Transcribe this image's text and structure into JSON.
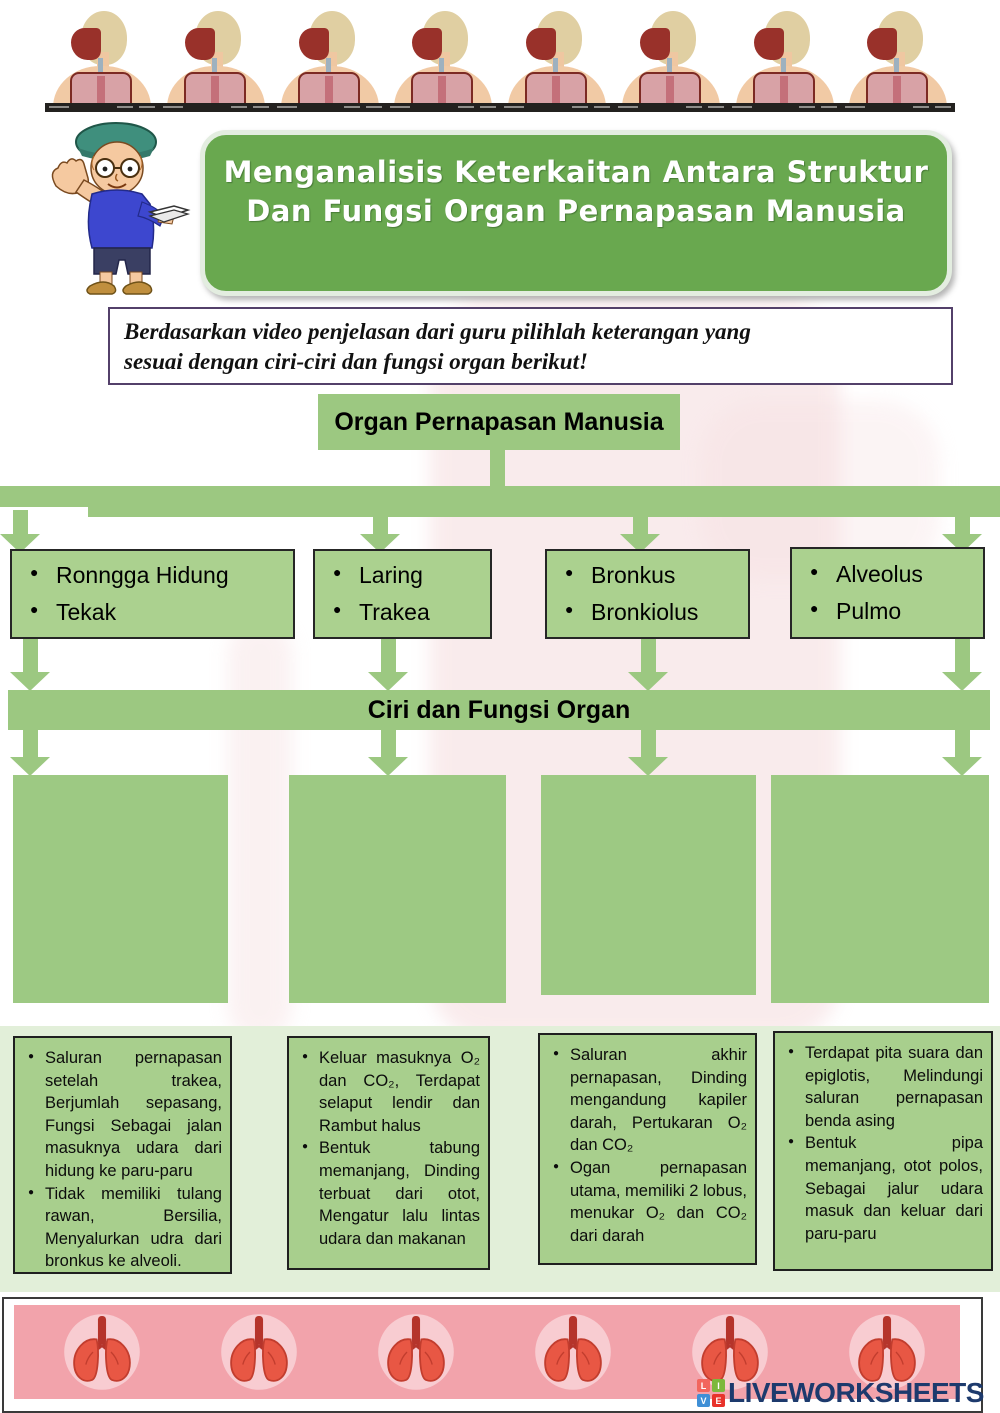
{
  "banner": {
    "line1": "Menganalisis Keterkaitan Antara Struktur",
    "line2": "Dan Fungsi Organ Pernapasan Manusia"
  },
  "instruction": {
    "line1": "Berdasarkan video penjelasan dari guru pilihlah keterangan yang",
    "line2": "sesuai dengan ciri-ciri dan fungsi organ berikut!"
  },
  "flowchart": {
    "root_label": "Organ Pernapasan Manusia",
    "middle_label": "Ciri dan Fungsi Organ",
    "organ_groups": [
      {
        "items": [
          "Ronngga Hidung",
          "Tekak"
        ]
      },
      {
        "items": [
          "Laring",
          "Trakea"
        ]
      },
      {
        "items": [
          "Bronkus",
          "Bronkiolus"
        ]
      },
      {
        "items": [
          "Alveolus",
          "Pulmo"
        ]
      }
    ],
    "drop_zone_count": 4
  },
  "descriptions": [
    {
      "bullets": [
        "Saluran pernapasan setelah trakea, Berjumlah sepasang, Fungsi Sebagai jalan masuknya udara dari hidung ke paru-paru",
        "Tidak memiliki tulang rawan, Bersilia, Menyalurkan udra dari bronkus ke alveoli."
      ]
    },
    {
      "bullets": [
        "Keluar masuknya O₂ dan CO₂, Terdapat selaput lendir dan Rambut halus",
        "Bentuk tabung memanjang, Dinding terbuat dari otot, Mengatur lalu lintas udara dan makanan"
      ]
    },
    {
      "bullets": [
        "Saluran akhir pernapasan, Dinding mengandung kapiler darah, Pertukaran O₂ dan CO₂",
        "Ogan pernapasan utama, memiliki 2 lobus, menukar O₂ dan CO₂ dari darah"
      ]
    },
    {
      "bullets": [
        "Terdapat pita suara dan epiglotis, Melindungi saluran pernapasan benda asing",
        "Bentuk pipa memanjang, otot polos, Sebagai jalur udara masuk dan keluar dari paru-paru"
      ]
    }
  ],
  "top_strip": {
    "tile_count": 8
  },
  "footer": {
    "lungs_count": 6,
    "logo": {
      "blocks": [
        "L",
        "I",
        "V",
        "E"
      ],
      "text": "LIVEWORKSHEETS"
    }
  },
  "colors": {
    "banner_green": "#69a84f",
    "flow_green": "#9cc881",
    "box_green": "#abd18f",
    "pale_green_band": "#e2efd9",
    "pink_band": "#f2a3ab",
    "lungs_red": "#e85744",
    "logo_navy": "#1d3a6d",
    "instruction_border": "#53406a"
  }
}
